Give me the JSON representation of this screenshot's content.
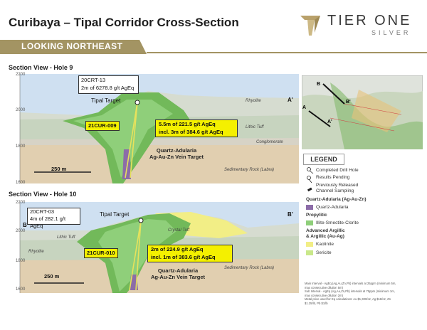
{
  "title": "Curibaya – Tipal Corridor Cross-Section",
  "brand": {
    "name": "TIER ONE",
    "sub": "SILVER"
  },
  "banner": "LOOKING NORTHEAST",
  "section1": {
    "title": "Section View - Hole 9",
    "elev_ticks": [
      "2200",
      "2000",
      "1800",
      "1600"
    ],
    "callout_hole": "20CRT-13",
    "callout_interval": "2m of 6278.8 g/t AgEq",
    "target": "Tipal Target",
    "hole": "21CUR-009",
    "result1": "5.5m of 221.5  g/t AgEq",
    "result2": "incl. 3m of 384.6 g/t AgEq",
    "vein1": "Quartz-Adularia",
    "vein2": "Ag-Au-Zn Vein Target",
    "rhyolite": "Rhyolite",
    "lithic": "Lithic Tuff",
    "conglomerate": "Conglomerate",
    "sedimentary": "Sedimentary Rock (Labra)",
    "scale": "250 m",
    "end_label": "A'"
  },
  "section2": {
    "title": "Section View - Hole 10",
    "elev_ticks": [
      "2200",
      "2000",
      "1800",
      "1600"
    ],
    "callout_hole": "20CRT-03",
    "callout_interval": "4m of 282.1 g/t AgEq",
    "target": "Tipal Target",
    "hole": "21CUR-010",
    "result1": "2m of 224.9 g/t AgEq",
    "result2": "incl. 1m of 383.6 g/t AgEq",
    "vein1": "Quartz-Adularia",
    "vein2": "Ag-Au-Zn Vein Target",
    "rhyolite": "Rhyolite",
    "lithic": "Lithic Tuff",
    "crystal": "Crystal Tuff",
    "sedimentary": "Sedimentary Rock (Labra)",
    "scale": "250 m",
    "start_label": "B",
    "end_label": "B'"
  },
  "map": {
    "labels": [
      "B",
      "B'",
      "A",
      "A'"
    ]
  },
  "legend": {
    "title": "LEGEND",
    "items": [
      {
        "label": "Completed Drill Hole"
      },
      {
        "label": "Results Pending"
      },
      {
        "label": "Previously Released"
      },
      {
        "label": "Channel Sampling"
      }
    ],
    "groups": [
      {
        "heading": "Quartz-Adularia (Ag-Au-Zn)",
        "swatch": "Quartz-Adularia",
        "color": "#8c6ca8"
      },
      {
        "heading": "Propylitic",
        "swatch": "Illite-Smectite-Clorite",
        "color": "#8fcf7a"
      },
      {
        "heading": "Advanced Argillic",
        "heading2": "& Argillic (Au-Ag)",
        "swatch": "Kaolinite",
        "color": "#f2ee86"
      },
      {
        "swatch": "Sericite",
        "color": "#c9e88a"
      }
    ],
    "notes": [
      "Main Interval - AgEq (Ag,Au,Zn,Pb) intervals at 25ppm (minimum 5m,",
      "max consecutive dilution 5m)",
      "Sub Interval - AgEq (Ag,Au,Zn,Pb) intervals at 75ppm (minimum 1m,",
      "max consecutive dilution 2m)",
      "Metal price used for Eq calculations: Au $1,300/oz, Ag $18/oz, Zn",
      "$1.25/lb, Pb $1/lb"
    ]
  },
  "colors": {
    "banner": "#a39463",
    "sky": "#cfe0f1",
    "green": "#72b95a",
    "sediment": "#e1cfb0",
    "rhyolite": "#d6dcd0",
    "vein": "#8c6ca8",
    "callout": "#f4f000"
  }
}
